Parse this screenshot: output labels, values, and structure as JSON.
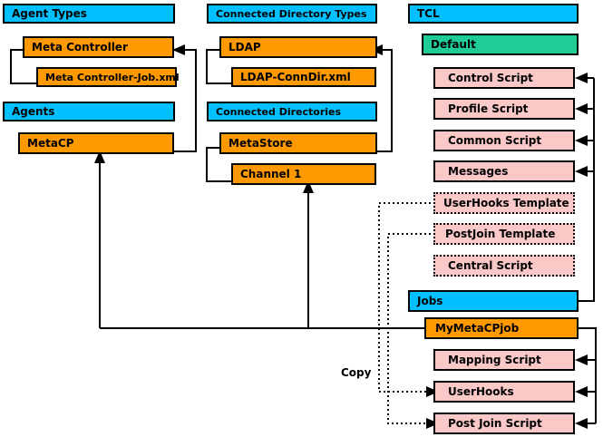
{
  "diagram": {
    "title": "MetaCP / TCL object hierarchy diagram",
    "colors": {
      "category": "#00c0ff",
      "instance": "#ff9900",
      "default": "#1fcc96",
      "script": "#fbc8c8",
      "outline": "#000000",
      "background": "#ffffff"
    },
    "annotations": [
      {
        "text": "Copy"
      }
    ],
    "columns": [
      {
        "name": "left",
        "nodes": [
          {
            "label": "Agent Types",
            "kind": "category"
          },
          {
            "label": "Meta Controller",
            "kind": "instance"
          },
          {
            "label": "Meta Controller-Job.xml",
            "kind": "instance"
          },
          {
            "label": "Agents",
            "kind": "category"
          },
          {
            "label": "MetaCP",
            "kind": "instance"
          }
        ]
      },
      {
        "name": "middle",
        "nodes": [
          {
            "label": "Connected Directory Types",
            "kind": "category"
          },
          {
            "label": "LDAP",
            "kind": "instance"
          },
          {
            "label": "LDAP-ConnDir.xml",
            "kind": "instance"
          },
          {
            "label": "Connected Directories",
            "kind": "category"
          },
          {
            "label": "MetaStore",
            "kind": "instance"
          },
          {
            "label": "Channel 1",
            "kind": "instance"
          }
        ]
      },
      {
        "name": "right",
        "nodes": [
          {
            "label": "TCL",
            "kind": "category"
          },
          {
            "label": "Default",
            "kind": "default"
          },
          {
            "label": "Control Script",
            "kind": "script",
            "border": "solid"
          },
          {
            "label": "Profile Script",
            "kind": "script",
            "border": "solid"
          },
          {
            "label": "Common Script",
            "kind": "script",
            "border": "solid"
          },
          {
            "label": "Messages",
            "kind": "script",
            "border": "solid"
          },
          {
            "label": "UserHooks Template",
            "kind": "script",
            "border": "dotted"
          },
          {
            "label": "PostJoin Template",
            "kind": "script",
            "border": "dotted"
          },
          {
            "label": "Central Script",
            "kind": "script",
            "border": "dotted"
          },
          {
            "label": "Jobs",
            "kind": "category"
          },
          {
            "label": "MyMetaCPjob",
            "kind": "instance"
          },
          {
            "label": "Mapping Script",
            "kind": "script",
            "border": "solid"
          },
          {
            "label": "UserHooks",
            "kind": "script",
            "border": "solid"
          },
          {
            "label": "Post Join Script",
            "kind": "script",
            "border": "solid"
          }
        ]
      }
    ]
  }
}
